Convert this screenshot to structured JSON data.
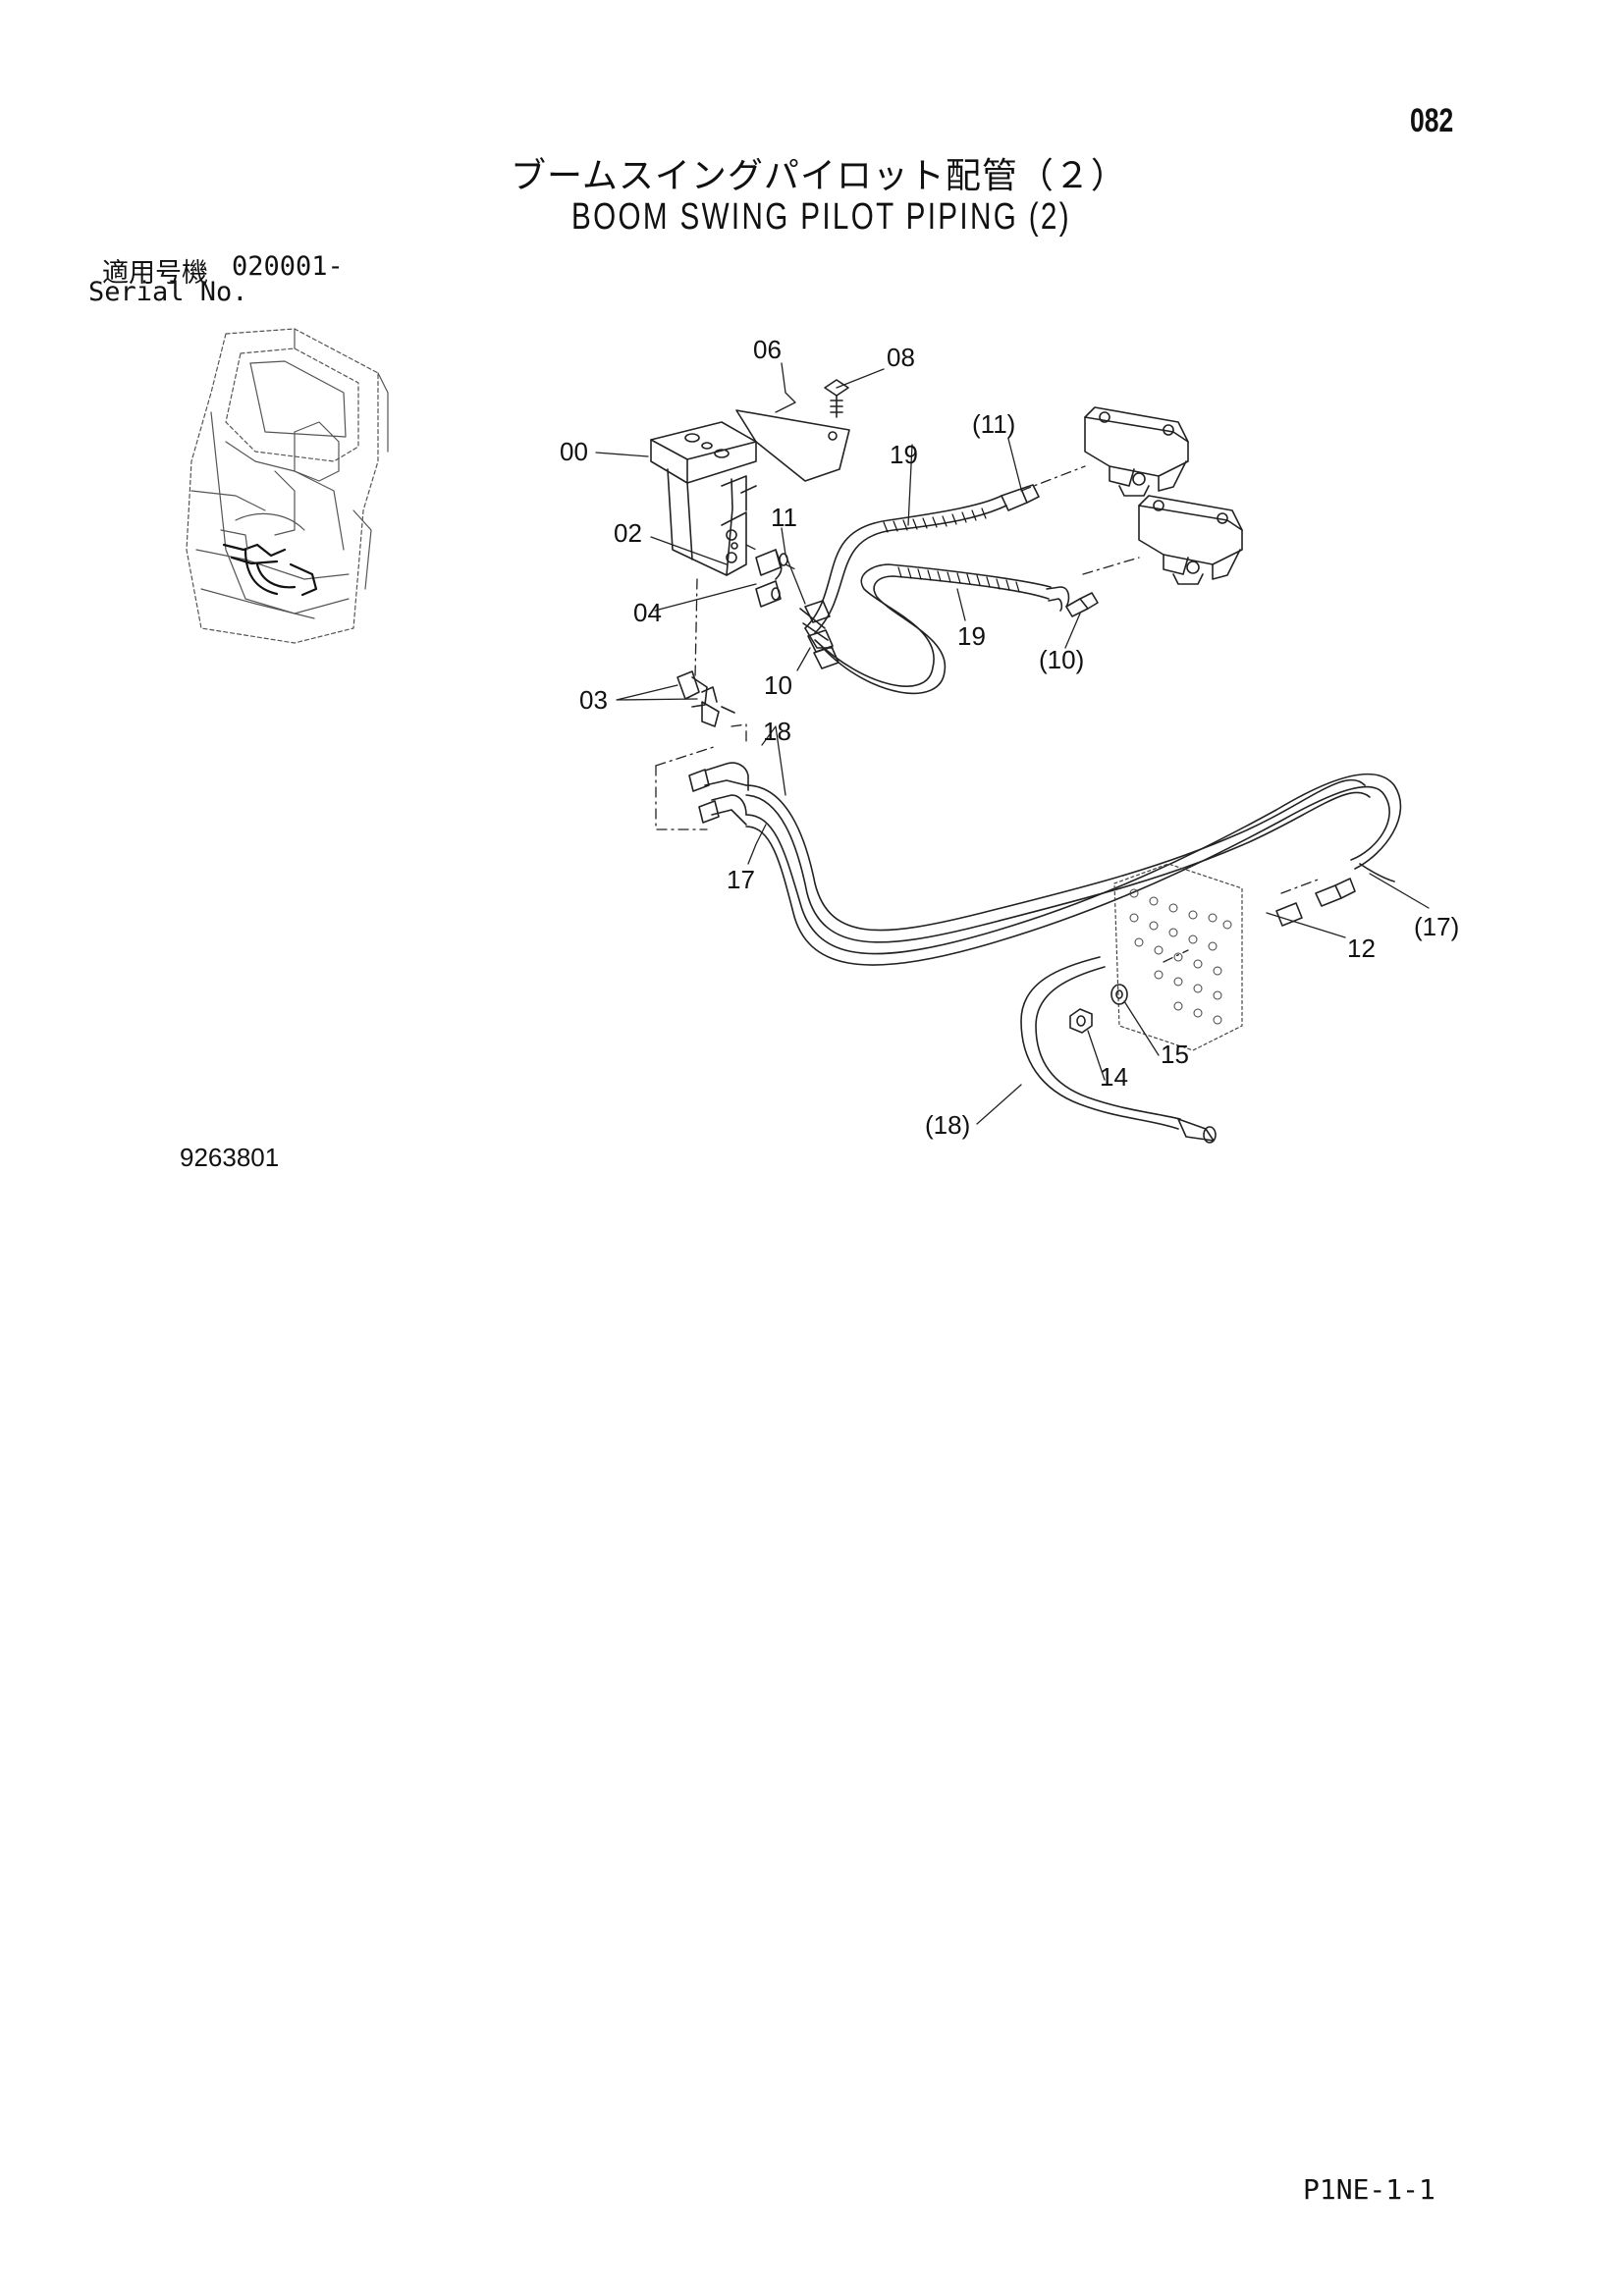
{
  "page_number": "082",
  "title_jp": "ブームスイングパイロット配管（２）",
  "title_en": "BOOM SWING PILOT PIPING (2)",
  "serial": {
    "label_jp": "適用号機",
    "value": "020001-",
    "label_en": "Serial No."
  },
  "drawing_number": "9263801",
  "sheet_code": "P1NE-1-1",
  "callouts": [
    "00",
    "02",
    "03",
    "04",
    "06",
    "08",
    "10",
    "11",
    "12",
    "14",
    "15",
    "17",
    "18",
    "19",
    "19",
    "(10)",
    "(11)",
    "(17)",
    "(18)"
  ]
}
